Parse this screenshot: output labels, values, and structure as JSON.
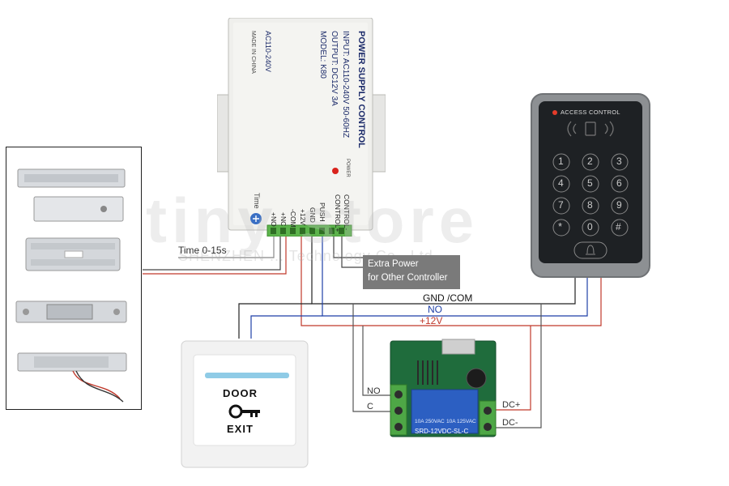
{
  "power_supply": {
    "title": "POWER SUPPLY CONTROL",
    "input": "INPUT: AC110-240V  50-60HZ",
    "output": "OUTPUT: DC12V  3A",
    "model": "MODEL: K80",
    "voltage": "AC110-240V",
    "origin": "MADE IN CHINA",
    "power_led_label": "POWER",
    "time_label": "Time",
    "terminals_right": [
      "CONTROL-",
      "CONTROL+",
      "PUSH",
      "GND",
      "+12V",
      "-COM",
      "+NC",
      "+NO"
    ]
  },
  "keypad": {
    "title": "ACCESS CONTROL",
    "keys": [
      "1",
      "2",
      "3",
      "4",
      "5",
      "6",
      "7",
      "8",
      "9",
      "*",
      "0",
      "#"
    ]
  },
  "exit_button": {
    "top_text": "DOOR",
    "bottom_text": "EXIT"
  },
  "relay": {
    "model_text": "SRD-12VDC-SL-C",
    "specs_left": "10A 250VAC",
    "specs_right": "10A 125VAC"
  },
  "labels": {
    "time_range": "Time 0-15s",
    "extra_power_line1": "Extra Power",
    "extra_power_line2": "for Other Controller",
    "gnd_com": "GND /COM",
    "no": "NO",
    "plus12v": "+12V",
    "relay_no": "NO",
    "relay_c": "C",
    "relay_dc_plus": "DC+",
    "relay_dc_minus": "DC-"
  },
  "watermark": "tiny store",
  "watermark_sub": "SHENZHEN ... Technology Co., Ltd"
}
